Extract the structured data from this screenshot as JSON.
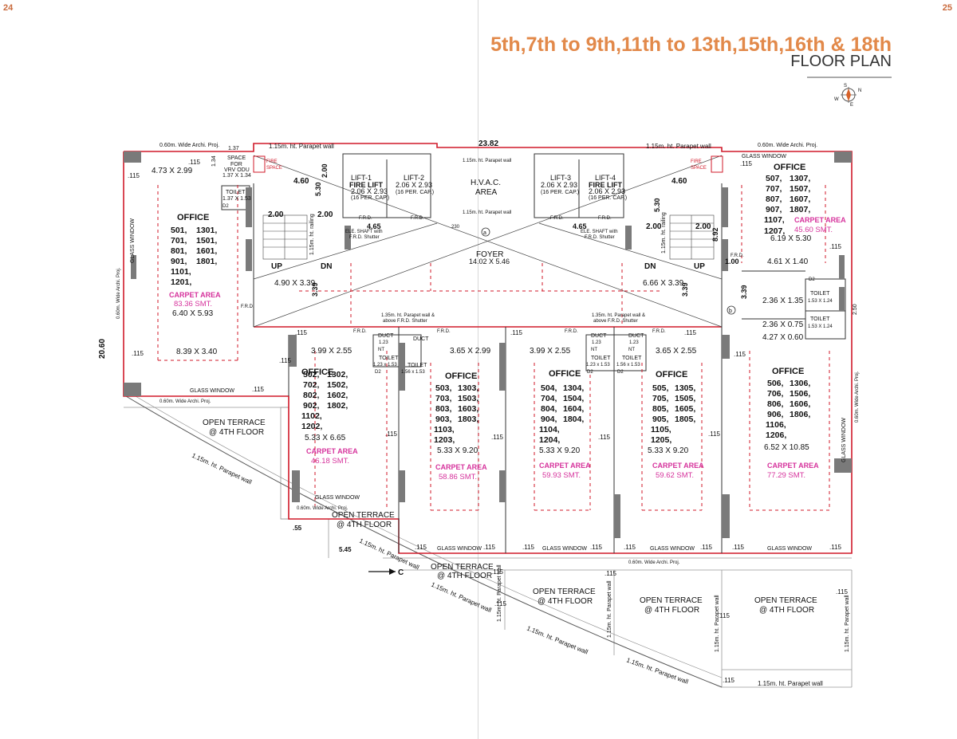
{
  "page_numbers": {
    "left": "24",
    "right": "25"
  },
  "header": {
    "title": "5th,7th to 9th,11th to 13th,15th,16th & 18th",
    "subtitle": "FLOOR PLAN",
    "compass_letters": {
      "n": "N",
      "e": "E",
      "s": "S",
      "w": "W"
    }
  },
  "labels": {
    "parapet_115": "1.15m. ht. Parapet wall",
    "parapet_135": "1.35m. ht. Parapet wall &",
    "parapet_135_b": "above F.R.D. Shutter",
    "wide_archi": "0.60m. Wide Archi. Proj.",
    "glass_window": "GLASS WINDOW",
    "fire_space": "FIRE",
    "fire_space_b": "SPACE",
    "space_vrv_a": "SPACE",
    "space_vrv_b": "FOR",
    "space_vrv_c": "VRV ODU",
    "space_vrv_dim": "1.37 X 1.34",
    "toilet": "TOILET",
    "duct": "DUCT",
    "frd": "F.R.D.",
    "up": "UP",
    "dn": "DN",
    "railing": "1.15m. ht. railing",
    "hvac_a": "H.V.A.C.",
    "hvac_b": "AREA",
    "hvac_parapet": "1.15m. ht. Parapet wall",
    "foyer": "FOYER",
    "foyer_dim": "14.02 X 5.46",
    "ele_shaft_a": "ELE. SHAFT with",
    "ele_shaft_b": "F.R.D. Shutter",
    "open_terrace_a": "OPEN TERRACE",
    "open_terrace_b": "@ 4TH FLOOR",
    "section_c": "C",
    "total_width": "23.82",
    "total_depth": "20.60",
    "office": "OFFICE",
    "carpet_area": "CARPET AREA",
    "d2": "D2",
    "nt": "NT",
    "a_marker": "a",
    "b_marker": "b"
  },
  "lifts": [
    {
      "name": "LIFT-1",
      "sub": "FIRE LIFT",
      "dim": "2.06 X 2.93",
      "cap": "(16 PER. CAP.)"
    },
    {
      "name": "LIFT-2",
      "sub": "",
      "dim": "2.06 X 2.93",
      "cap": "(16 PER. CAP.)"
    },
    {
      "name": "LIFT-3",
      "sub": "",
      "dim": "2.06 X 2.93",
      "cap": "(16 PER. CAP.)"
    },
    {
      "name": "LIFT-4",
      "sub": "FIRE LIFT",
      "dim": "2.06 X 2.93",
      "cap": "(16 PER. CAP.)"
    }
  ],
  "dims": {
    "d_473": "4.73 X 2.99",
    "d_137x153": "1.37 X 1.53",
    "d_460": "4.60",
    "d_200": "2.00",
    "d_530": "5.30",
    "d_465": "4.65",
    "d_230": "230",
    "d_490": "4.90 X 3.39",
    "d_666": "6.66 X 3.39",
    "d_339": "3.39",
    "d_892": "8.92",
    "d_100": "1.00",
    "d_640": "6.40 X 5.93",
    "d_839": "8.39 X 3.40",
    "d_619": "6.19 X 5.30",
    "d_461": "4.61 X 1.40",
    "d_236a": "2.36 X 1.35",
    "d_236b": "2.36 X 0.75",
    "d_427": "4.27 X 0.60",
    "d_153": "1.53 X 1.24",
    "d_250": "2.50",
    "d_399": "3.99 X 2.55",
    "d_365": "3.65 X 2.99",
    "d_365b": "3.65 X 2.55",
    "d_533a": "5.33 X 6.65",
    "d_533b": "5.33 X 9.20",
    "d_652": "6.52 X 10.85",
    "d_123": "1.23",
    "d_123x153": "1.23 x 1.53",
    "d_156": "1.56 x 1.53",
    "d_115": ".115",
    "d_55": ".55",
    "d_545": "5.45",
    "d_137": "1.37",
    "d_134": "1.34"
  },
  "offices": [
    {
      "units": [
        "501,",
        "1301,",
        "701,",
        "1501,",
        "801,",
        "1601,",
        "901,",
        "1801,",
        "1101,",
        "",
        "1201,",
        ""
      ],
      "carpet": "83.36 SMT."
    },
    {
      "units": [
        "507,",
        "1307,",
        "707,",
        "1507,",
        "807,",
        "1607,",
        "907,",
        "1807,",
        "1107,",
        "",
        "1207,",
        ""
      ],
      "carpet": "45.60 SMT."
    },
    {
      "units": [
        "502,",
        "1302,",
        "702,",
        "1502,",
        "802,",
        "1602,",
        "902,",
        "1802,",
        "1102,",
        "",
        "1202,",
        ""
      ],
      "carpet": "46.18 SMT."
    },
    {
      "units": [
        "503,",
        "1303,",
        "703,",
        "1503,",
        "803,",
        "1603,",
        "903,",
        "1803,",
        "1103,",
        "",
        "1203,",
        ""
      ],
      "carpet": "58.86 SMT."
    },
    {
      "units": [
        "504,",
        "1304,",
        "704,",
        "1504,",
        "804,",
        "1604,",
        "904,",
        "1804,",
        "1104,",
        "",
        "1204,",
        ""
      ],
      "carpet": "59.93 SMT."
    },
    {
      "units": [
        "505,",
        "1305,",
        "705,",
        "1505,",
        "805,",
        "1605,",
        "905,",
        "1805,",
        "1105,",
        "",
        "1205,",
        ""
      ],
      "carpet": "59.62 SMT."
    },
    {
      "units": [
        "506,",
        "1306,",
        "706,",
        "1506,",
        "806,",
        "1606,",
        "906,",
        "1806,",
        "1106,",
        "",
        "1206,",
        ""
      ],
      "carpet": "77.29 SMT."
    }
  ],
  "colors": {
    "accent": "#e2894a",
    "wall_red": "#d01a2a",
    "carpet_pink": "#d6339c",
    "column_gray": "#7a7a7a"
  }
}
